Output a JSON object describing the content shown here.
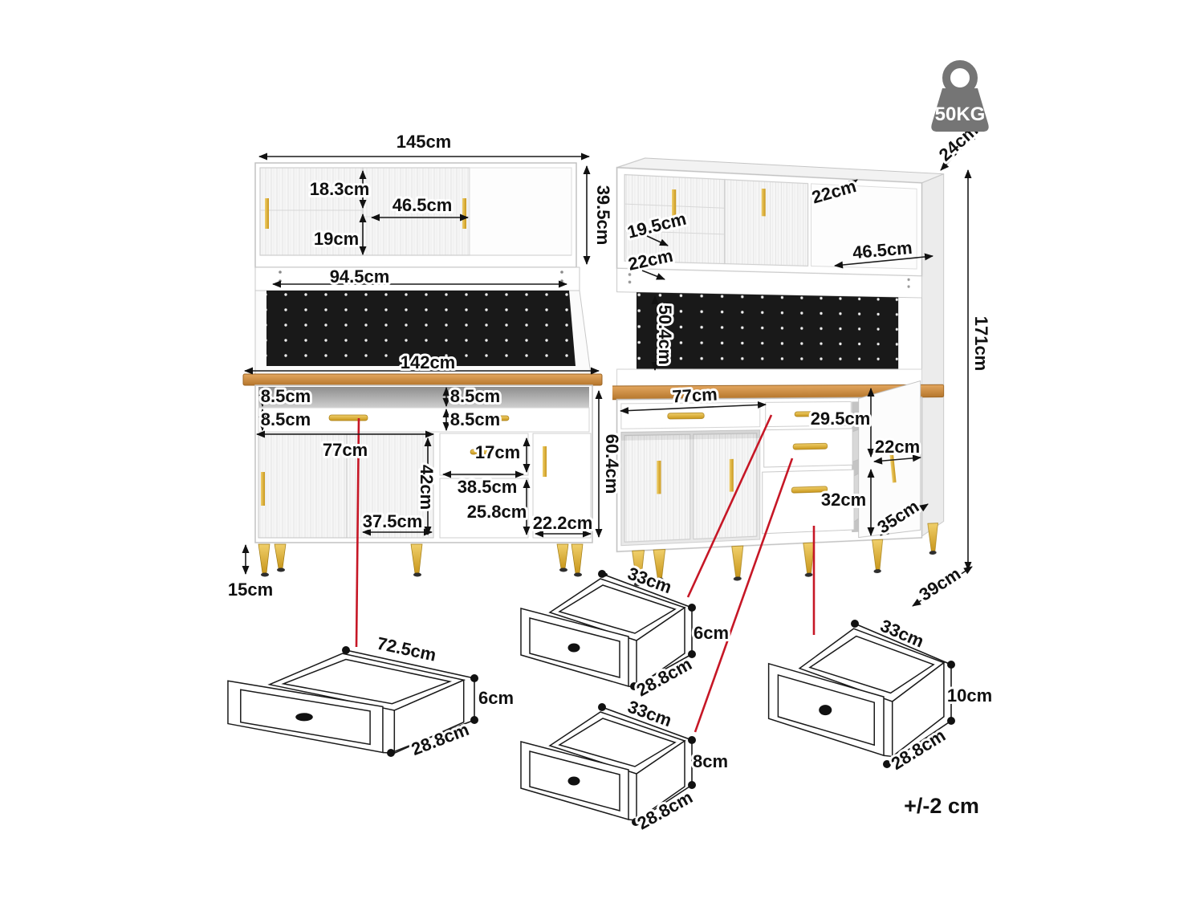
{
  "front": {
    "total_width": "145cm",
    "hutch_height": "39.5cm",
    "upper_shelf": "18.3cm",
    "lower_shelf": "19cm",
    "glass_door_width": "46.5cm",
    "open_shelf_width": "94.5cm",
    "countertop_width": "142cm",
    "left_gap": "8.5cm",
    "left_drawer": "8.5cm",
    "right_gap": "8.5cm",
    "right_drawer": "8.5cm",
    "left_section_width": "77cm",
    "door_height": "42cm",
    "sliding_door_width": "37.5cm",
    "middle_drawer_height": "17cm",
    "middle_section_width": "38.5cm",
    "lower_section_height": "25.8cm",
    "right_door_width": "22.2cm",
    "base_height": "60.4cm",
    "leg_height": "15cm"
  },
  "side": {
    "top_depth": "24cm",
    "top_gap": "22cm",
    "upper_shelf_depth": "19.5cm",
    "lower_shelf_depth": "22cm",
    "open_shelf_width": "46.5cm",
    "pegboard_height": "50.4cm",
    "total_height": "171cm",
    "left_section_width": "77cm",
    "upper_section_height": "29.5cm",
    "side_depth": "22cm",
    "lower_drawer_height": "32cm",
    "door_depth": "35cm",
    "base_depth": "39cm"
  },
  "drawers": [
    {
      "width": "72.5cm",
      "height": "6cm",
      "depth": "28.8cm"
    },
    {
      "width": "33cm",
      "height": "6cm",
      "depth": "28.8cm"
    },
    {
      "width": "33cm",
      "height": "8cm",
      "depth": "28.8cm"
    },
    {
      "width": "33cm",
      "height": "10cm",
      "depth": "28.8cm"
    }
  ],
  "badge": {
    "max_load": "50KG"
  },
  "tolerance": "+/-2 cm"
}
